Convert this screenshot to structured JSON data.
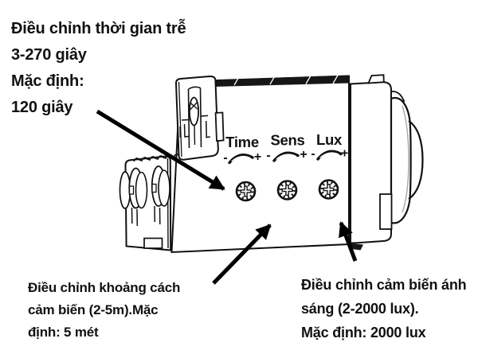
{
  "figure": {
    "type": "instruction-diagram",
    "subject": "motion sensor module side view with adjustment dials",
    "colors": {
      "background": "#ffffff",
      "ink": "#111111",
      "shade": "#aaaaaa"
    }
  },
  "notes": {
    "time": "Điều chỉnh thời gian trễ\n3-270 giây\nMặc định:\n120 giây",
    "distance": "Điều chỉnh khoảng cách\ncảm biến (2-5m).Mặc\nđịnh: 5 mét",
    "lux": "Điều chỉnh cảm biến ánh\nsáng (2-2000 lux).\nMặc định: 2000 lux"
  },
  "device": {
    "dials": [
      {
        "id": "time",
        "label": "Time",
        "minus": "-",
        "plus": "+"
      },
      {
        "id": "sens",
        "label": "Sens",
        "minus": "-",
        "plus": "+"
      },
      {
        "id": "lux",
        "label": "Lux",
        "minus": "-",
        "plus": "+"
      }
    ]
  }
}
